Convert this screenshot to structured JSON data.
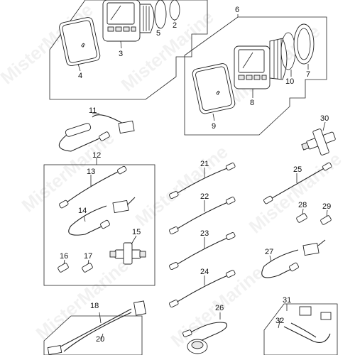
{
  "watermark": "MisterMarine",
  "labels": {
    "p2": "2",
    "p3": "3",
    "p4": "4",
    "p5": "5",
    "p6": "6",
    "p7": "7",
    "p8": "8",
    "p9": "9",
    "p10": "10",
    "p11": "11",
    "p12": "12",
    "p13": "13",
    "p14": "14",
    "p15": "15",
    "p16": "16",
    "p17": "17",
    "p18": "18",
    "p20": "20",
    "p21": "21",
    "p22": "22",
    "p23": "23",
    "p24": "24",
    "p25": "25",
    "p26": "26",
    "p27": "27",
    "p28": "28",
    "p29": "29",
    "p30": "30",
    "p31": "31",
    "p32": "32"
  }
}
